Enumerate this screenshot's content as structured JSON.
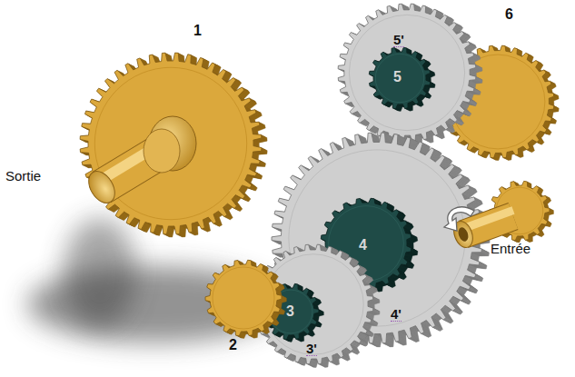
{
  "diagram": {
    "labels": [
      "6",
      "1",
      "5'",
      "5",
      "Sortie",
      "4",
      "Entrée",
      "3",
      "4'",
      "3'",
      "2"
    ]
  }
}
